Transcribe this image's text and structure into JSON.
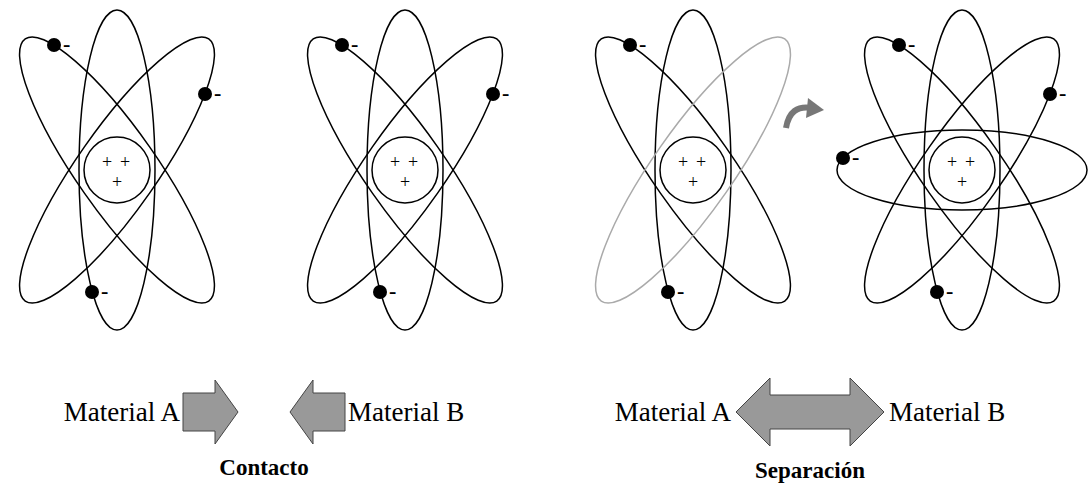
{
  "diagram": {
    "labels": [
      "Material A",
      "Material B",
      "Contacto",
      "Material A",
      "Material B",
      "Separación",
      "+",
      "+",
      "+",
      "+",
      "+",
      "+",
      "+",
      "+",
      "+",
      "+",
      "+",
      "+",
      "-",
      "-",
      "-",
      "-",
      "-",
      "-",
      "-",
      "-",
      "-",
      "-",
      "-",
      "-"
    ]
  }
}
